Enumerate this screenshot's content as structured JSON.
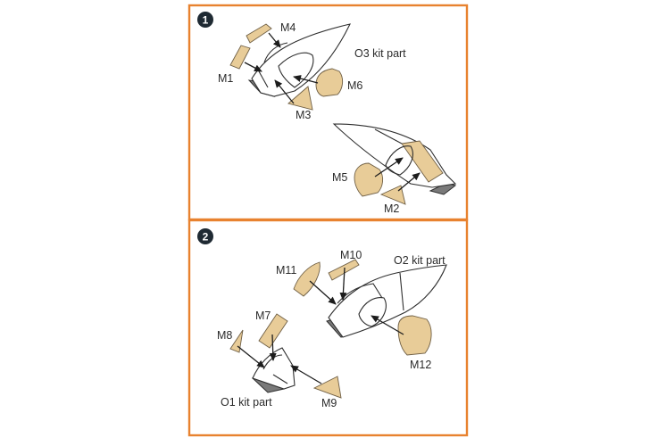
{
  "steps": [
    {
      "number": "1",
      "labels": {
        "m4": "M4",
        "m1": "M1",
        "m3": "M3",
        "m6": "M6",
        "m5": "M5",
        "m2": "M2",
        "kit_part": "O3 kit part"
      }
    },
    {
      "number": "2",
      "labels": {
        "m10": "M10",
        "m11": "M11",
        "m12": "M12",
        "m7": "M7",
        "m8": "M8",
        "m9": "M9",
        "kit_part_2": "O2 kit part",
        "kit_part_1": "O1 kit part"
      }
    }
  ],
  "colors": {
    "panel_border": "#e8822f",
    "mask_fill": "#e8cc98",
    "step_badge": "#1f2a33"
  }
}
